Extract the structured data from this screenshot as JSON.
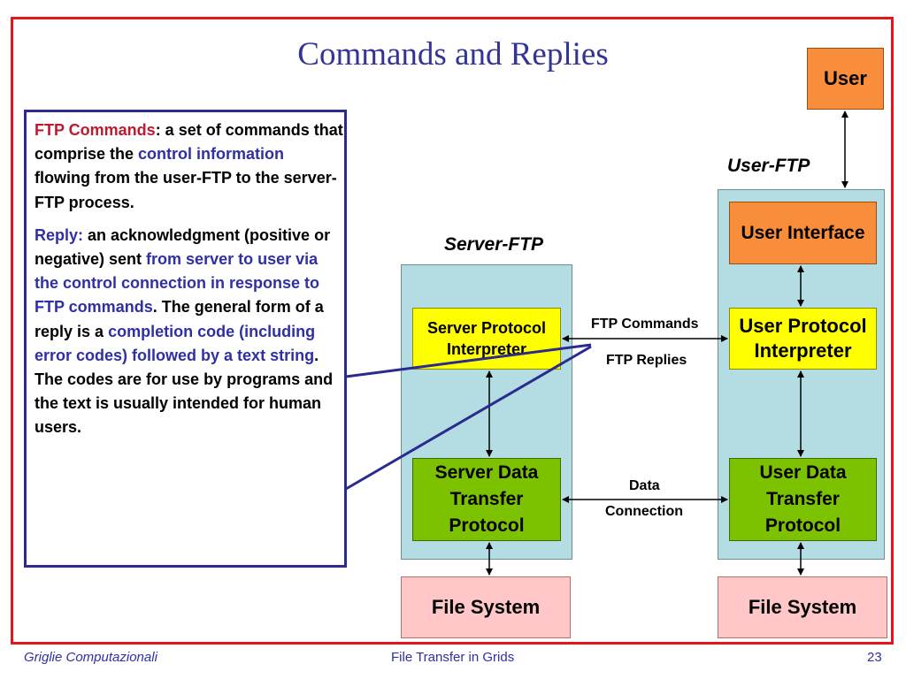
{
  "title": "Commands and Replies",
  "text": {
    "p1": [
      {
        "t": "FTP Commands",
        "c": "red"
      },
      {
        "t": ": a set of commands that comprise the ",
        "c": "black"
      },
      {
        "t": "control information",
        "c": "blue"
      },
      {
        "t": " flowing from the user-FTP to the server-FTP process.",
        "c": "black"
      }
    ],
    "p2": [
      {
        "t": "Reply:",
        "c": "blue"
      },
      {
        "t": " an acknowledgment (positive or negative) sent ",
        "c": "black"
      },
      {
        "t": "from server to user via the control connection in response to FTP commands",
        "c": "blue"
      },
      {
        "t": ". The general form of a reply is a ",
        "c": "black"
      },
      {
        "t": "completion code (including error codes) followed by a text string",
        "c": "blue"
      },
      {
        "t": ". The codes are for use by programs and the text is usually intended for human users.",
        "c": "black"
      }
    ]
  },
  "diagram": {
    "server_label": "Server-FTP",
    "user_ftp_label": "User-FTP",
    "user": "User",
    "user_interface": "User Interface",
    "server_pi": "Server Protocol Interpreter",
    "user_pi": "User Protocol Interpreter",
    "server_dtp": "Server Data Transfer Protocol",
    "user_dtp": "User Data Transfer Protocol",
    "file_system_server": "File System",
    "file_system_user": "File System",
    "ftp_commands": "FTP Commands",
    "ftp_replies": "FTP Replies",
    "data_label": "Data",
    "connection_label": "Connection"
  },
  "footer": {
    "left": "Griglie Computazionali",
    "center": "File Transfer in Grids",
    "page": "23"
  }
}
